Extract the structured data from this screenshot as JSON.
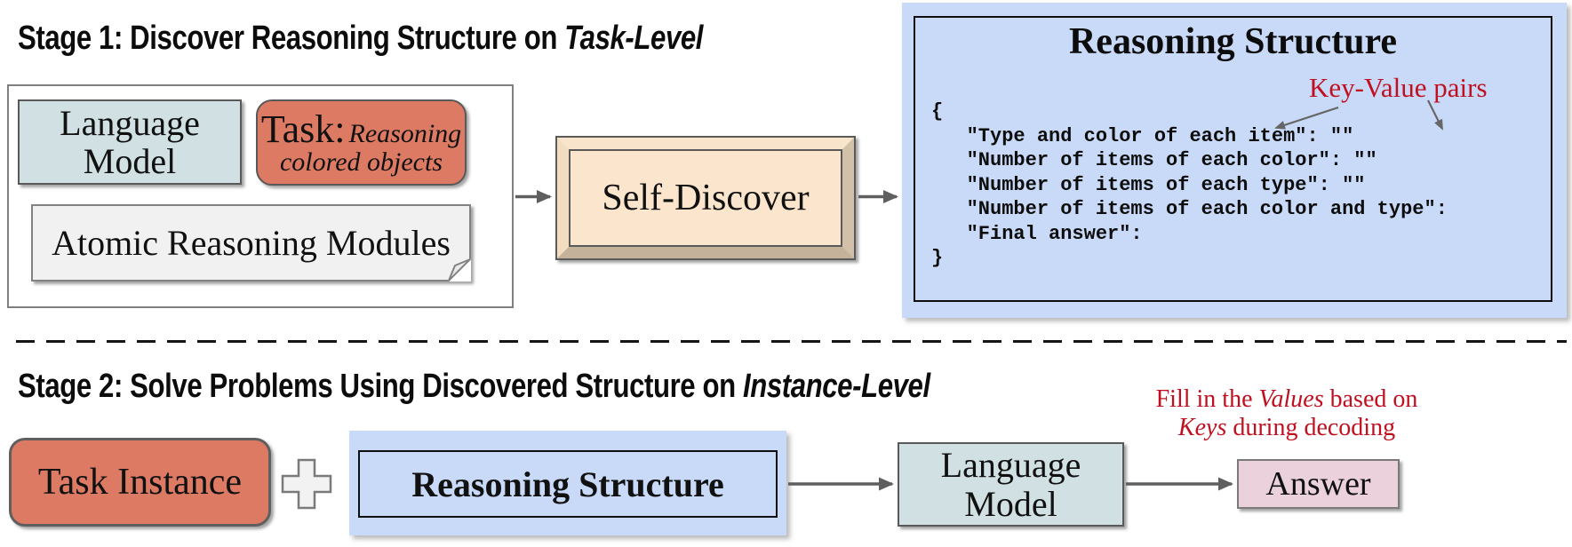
{
  "colors": {
    "salmon": "#dc7a64",
    "light_cyan": "#d0e0e3",
    "light_grey": "#f1f1f1",
    "peach": "#fce5cd",
    "cornflower_blue": "#c9daf8",
    "pink": "#ead1dc",
    "annotation_red": "#c01020",
    "arrow_grey": "#5f5f5f"
  },
  "stage1": {
    "title_prefix": "Stage 1: Discover Reasoning Structure on ",
    "title_emphasis": "Task-Level",
    "language_model_line1": "Language",
    "language_model_line2": "Model",
    "task_prefix": "Task:",
    "task_detail_line1": "Reasoning",
    "task_detail_line2": "colored objects",
    "atomic_modules_label": "Atomic Reasoning Modules",
    "self_discover_label": "Self-Discover"
  },
  "reasoning_panel": {
    "title": "Reasoning Structure",
    "annotation": "Key-Value pairs",
    "code_lines": [
      "{",
      "   \"Type and color of each item\": \"\"",
      "   \"Number of items of each color\": \"\"",
      "   \"Number of items of each type\": \"\"",
      "   \"Number of items of each color and type\":",
      "   \"Final answer\":",
      "}"
    ]
  },
  "stage2": {
    "title_prefix": "Stage 2: Solve Problems Using Discovered Structure on ",
    "title_emphasis": "Instance-Level",
    "task_instance_label": "Task Instance",
    "reasoning_structure_label": "Reasoning Structure",
    "language_model_line1": "Language",
    "language_model_line2": "Model",
    "answer_label": "Answer",
    "annotation": {
      "pre": "Fill in the ",
      "values_word": "Values",
      "mid": " based on",
      "keys_word": "Keys",
      "post": " during decoding"
    }
  }
}
